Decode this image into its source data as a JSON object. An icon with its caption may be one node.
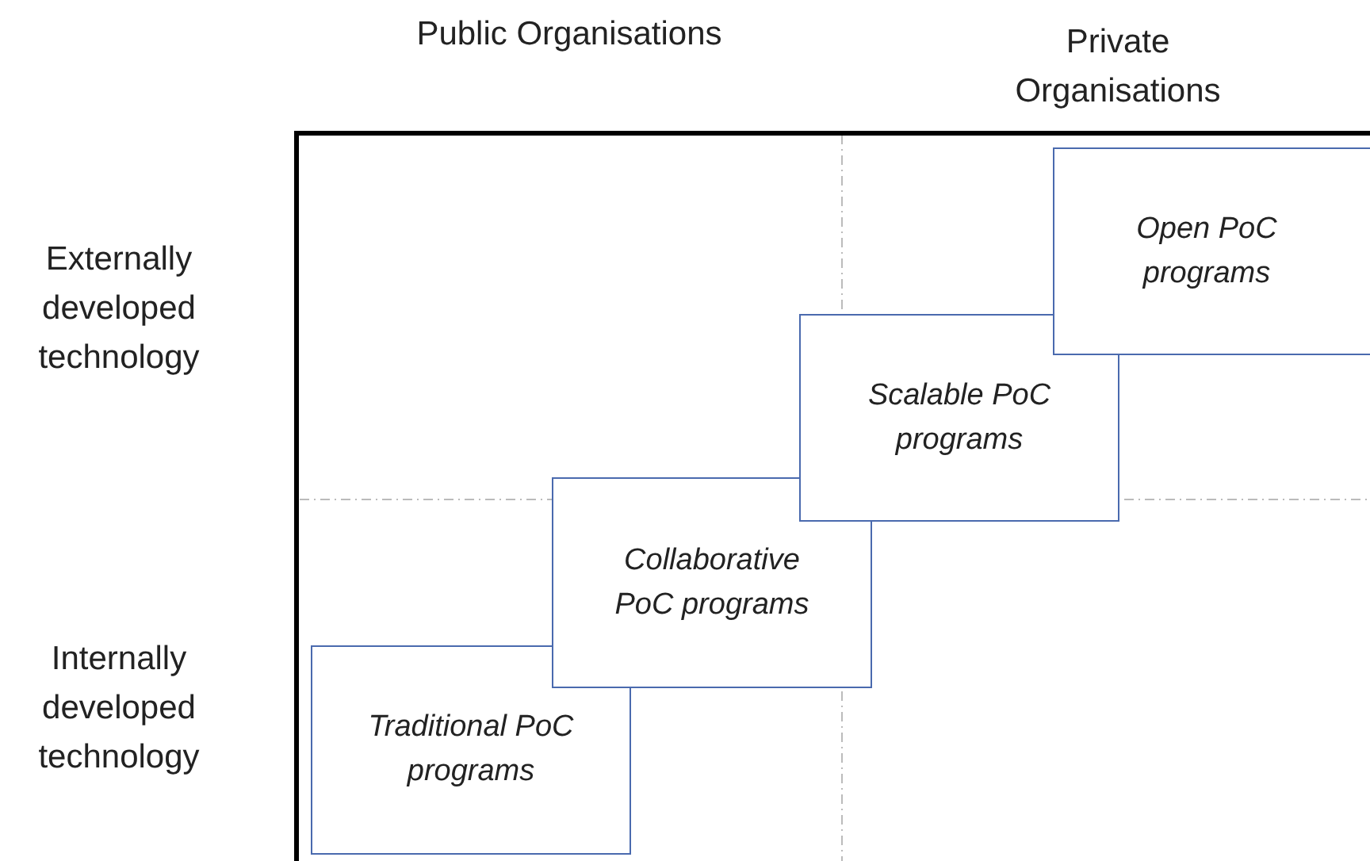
{
  "diagram": {
    "nodes": [
      {
        "text": [
          "Traditional PoC programs"
        ]
      },
      {
        "text": [
          "Collaborative PoC programs"
        ]
      },
      {
        "text": [
          "Scalable PoC programs"
        ]
      },
      {
        "text": [
          "Open PoC programs"
        ]
      }
    ],
    "labels": [
      "Public Organisations",
      "Private Organisations",
      "Externally developed technology",
      "Internally developed technology"
    ]
  }
}
